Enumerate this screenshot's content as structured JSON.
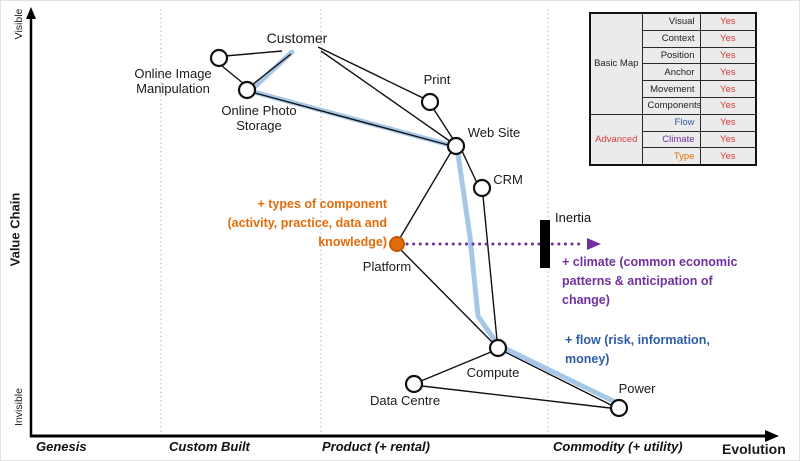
{
  "title": "Wardley map - evolution of online photo storage value chain",
  "colors": {
    "flow_line": "#A7C7E8",
    "flow_text": "#2E5DA6",
    "climate_text": "#7030A0",
    "component_type_text": "#E36C0A",
    "yes_text": "#D93B3B",
    "inertia_bar": "#000000",
    "node_stroke": "#111111",
    "platform_fill": "#E36C0A"
  },
  "axes": {
    "y_label": "Value Chain",
    "y_top": "Visible",
    "y_bottom": "Invisible",
    "x_label": "Evolution",
    "stages": [
      {
        "label": "Genesis"
      },
      {
        "label": "Custom Built"
      },
      {
        "label": "Product (+ rental)"
      },
      {
        "label": "Commodity (+ utility)"
      }
    ]
  },
  "map": {
    "nodes": [
      {
        "id": "customer",
        "label": "Customer",
        "type": "anchor"
      },
      {
        "id": "online-image-manipulation",
        "label": "Online Image\nManipulation",
        "type": "component"
      },
      {
        "id": "online-photo-storage",
        "label": "Online Photo\nStorage",
        "type": "component"
      },
      {
        "id": "print",
        "label": "Print",
        "type": "component"
      },
      {
        "id": "web-site",
        "label": "Web Site",
        "type": "component"
      },
      {
        "id": "crm",
        "label": "CRM",
        "type": "component"
      },
      {
        "id": "platform",
        "label": "Platform",
        "type": "component-data"
      },
      {
        "id": "compute",
        "label": "Compute",
        "type": "component"
      },
      {
        "id": "data-centre",
        "label": "Data Centre",
        "type": "component"
      },
      {
        "id": "power",
        "label": "Power",
        "type": "component"
      }
    ],
    "edges": [
      [
        "Customer",
        "Online Image Manipulation"
      ],
      [
        "Customer",
        "Online Photo Storage"
      ],
      [
        "Customer",
        "Print"
      ],
      [
        "Customer",
        "Web Site"
      ],
      [
        "Online Image Manipulation",
        "Online Photo Storage"
      ],
      [
        "Online Photo Storage",
        "Web Site"
      ],
      [
        "Print",
        "Web Site"
      ],
      [
        "Web Site",
        "CRM"
      ],
      [
        "Web Site",
        "Platform"
      ],
      [
        "CRM",
        "Compute"
      ],
      [
        "Platform",
        "Compute"
      ],
      [
        "Compute",
        "Data Centre"
      ],
      [
        "Compute",
        "Power"
      ],
      [
        "Data Centre",
        "Power"
      ]
    ],
    "flow_path": [
      "Customer",
      "Online Photo Storage",
      "Web Site",
      "Compute",
      "Power"
    ],
    "annotations": {
      "types": "+ types of component\n(activity, practice, data and\nknowledge)",
      "climate": "+ climate (common economic\npatterns & anticipation of\nchange)",
      "flow": "+ flow (risk, information,\nmoney)",
      "inertia": "Inertia"
    }
  },
  "legend": {
    "groups": [
      {
        "label": "Basic Map",
        "rowspan": 6
      },
      {
        "label": "Advanced",
        "rowspan": 3
      }
    ],
    "rows": [
      {
        "label": "Visual",
        "value": "Yes"
      },
      {
        "label": "Context",
        "value": "Yes"
      },
      {
        "label": "Position",
        "value": "Yes"
      },
      {
        "label": "Anchor",
        "value": "Yes"
      },
      {
        "label": "Movement",
        "value": "Yes"
      },
      {
        "label": "Components",
        "value": "Yes"
      },
      {
        "label": "Flow",
        "value": "Yes"
      },
      {
        "label": "Climate",
        "value": "Yes"
      },
      {
        "label": "Type",
        "value": "Yes"
      }
    ]
  }
}
